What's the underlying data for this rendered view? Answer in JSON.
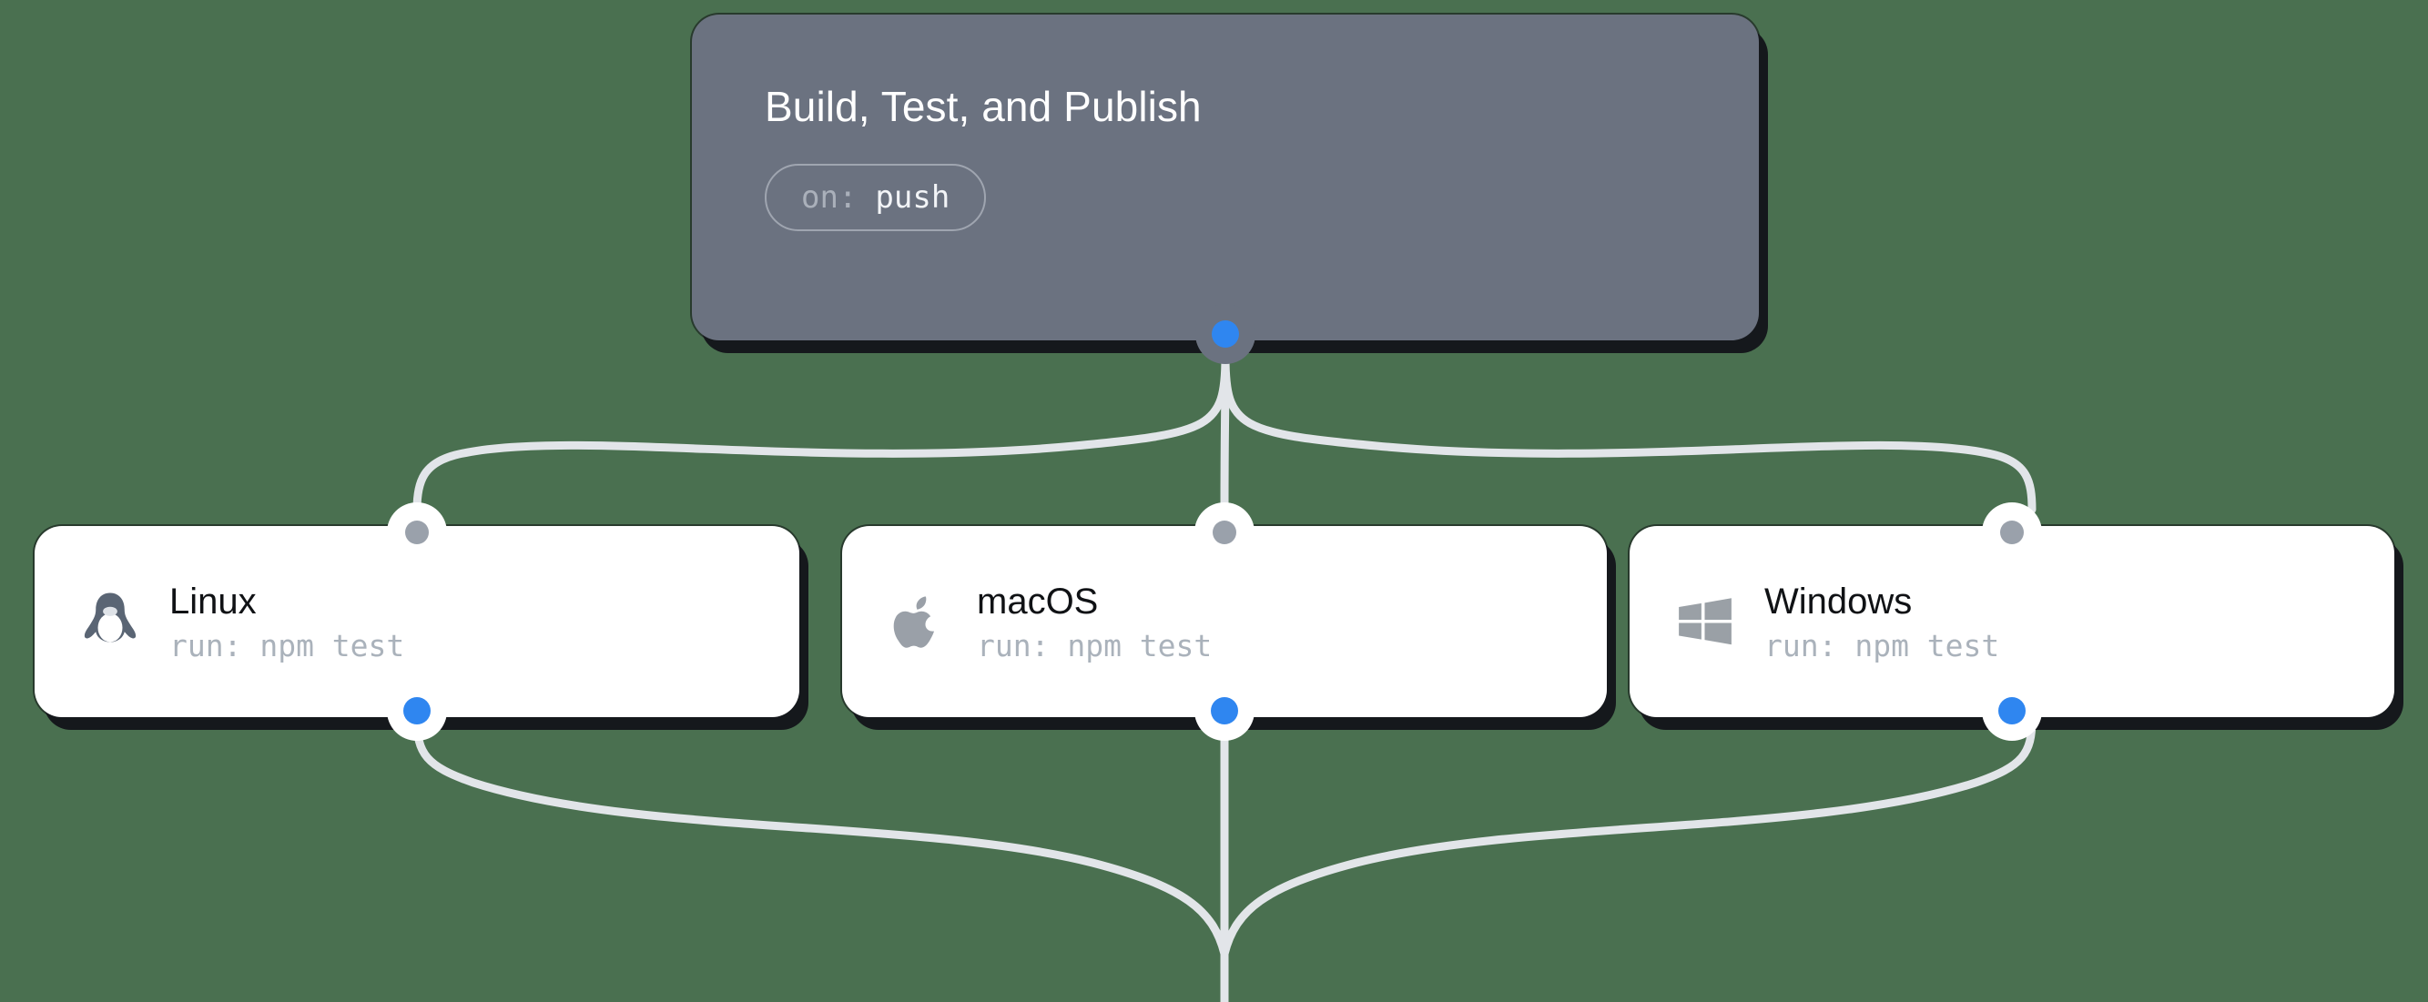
{
  "canvas": {
    "background_color": "#4a7050",
    "edge_color": "#e2e5e9",
    "shadow_color": "#15181c"
  },
  "trigger_node": {
    "title": "Build, Test, and Publish",
    "badge": {
      "key": "on:",
      "value": "push"
    },
    "background_color": "#6b7280",
    "title_color": "#ffffff",
    "source_handle": {
      "name": "source-handle",
      "color": "#2f86f0"
    }
  },
  "jobs": [
    {
      "id": "linux",
      "title": "Linux",
      "run": "run: npm test",
      "icon": "linux-penguin-icon",
      "icon_color": "#5a6574",
      "target_handle_color": "#9aa1ab",
      "source_handle_color": "#2f86f0"
    },
    {
      "id": "macos",
      "title": "macOS",
      "run": "run: npm test",
      "icon": "apple-icon",
      "icon_color": "#9aa0a8",
      "target_handle_color": "#9aa1ab",
      "source_handle_color": "#2f86f0"
    },
    {
      "id": "windows",
      "title": "Windows",
      "run": "run: npm test",
      "icon": "windows-flag-icon",
      "icon_color": "#9aa0a6",
      "target_handle_color": "#9aa1ab",
      "source_handle_color": "#2f86f0"
    }
  ],
  "edges": {
    "from_trigger": [
      {
        "from": "trigger",
        "to": "linux"
      },
      {
        "from": "trigger",
        "to": "macos"
      },
      {
        "from": "trigger",
        "to": "windows"
      }
    ],
    "to_publish": [
      {
        "from": "linux",
        "to": "publish"
      },
      {
        "from": "macos",
        "to": "publish"
      },
      {
        "from": "windows",
        "to": "publish"
      }
    ]
  }
}
